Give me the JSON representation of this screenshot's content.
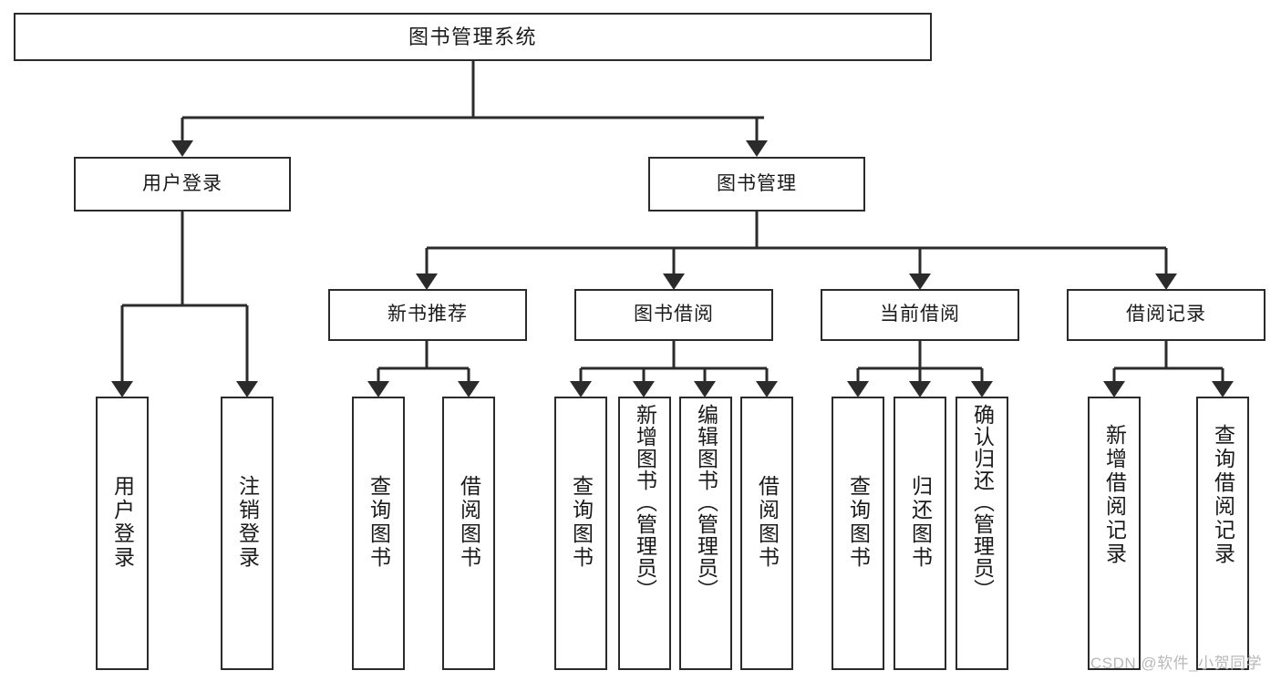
{
  "diagram": {
    "title": "图书管理系统",
    "watermark": "CSDN @软件_小贺同学",
    "line_color": "#2b2b2b",
    "box_fill": "#ffffff",
    "text_color": "#1a1a1a",
    "root": {
      "label": "图书管理系统"
    },
    "level1": [
      {
        "label": "用户登录"
      },
      {
        "label": "图书管理"
      }
    ],
    "level2": [
      {
        "label": "新书推荐"
      },
      {
        "label": "图书借阅"
      },
      {
        "label": "当前借阅"
      },
      {
        "label": "借阅记录"
      }
    ],
    "leaves": {
      "user_login": [
        {
          "label": "用户登录"
        },
        {
          "label": "注销登录"
        }
      ],
      "new_book_recommend": [
        {
          "label": "查询图书"
        },
        {
          "label": "借阅图书"
        }
      ],
      "book_borrow": [
        {
          "label": "查询图书"
        },
        {
          "label": "新增图书（管理员）"
        },
        {
          "label": "编辑图书（管理员）"
        },
        {
          "label": "借阅图书"
        }
      ],
      "current_borrow": [
        {
          "label": "查询图书"
        },
        {
          "label": "归还图书"
        },
        {
          "label": "确认归还（管理员）"
        }
      ],
      "borrow_record": [
        {
          "label": "新增借阅记录"
        },
        {
          "label": "查询借阅记录"
        }
      ]
    }
  }
}
